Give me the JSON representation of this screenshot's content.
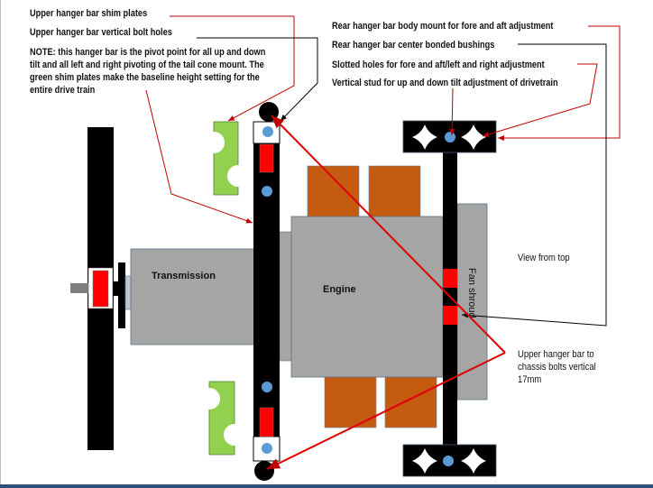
{
  "title": "View from top",
  "labels": {
    "shim_plates": "Upper hanger bar shim plates",
    "vertical_bolt_holes": "Upper hanger bar vertical bolt holes",
    "note": [
      "NOTE: this hanger bar is the pivot point for all up and down",
      "tilt and all left and right pivoting of the tail cone mount. The",
      "green shim plates make the baseline height setting for the",
      "entire drive train"
    ],
    "rear_body_mount": "Rear hanger bar body mount for fore and aft adjustment",
    "center_bushings": "Rear hanger bar center bonded bushings",
    "slotted_holes": "Slotted holes for fore and aft/left and right adjustment",
    "vertical_stud": "Vertical stud for up and down tilt adjustment of drivetrain",
    "chassis_bolts": [
      "Upper hanger bar to",
      "chassis bolts vertical",
      "17mm"
    ]
  },
  "components": {
    "transmission": "Transmission",
    "engine": "Engine",
    "fan_shroud": "Fan shroud"
  },
  "colors": {
    "bar": "#000000",
    "shim": "#92d050",
    "bushing": "#ff0000",
    "bolt": "#5b9bd5",
    "cylinder": "#c55a11",
    "body": "#a5a5a5",
    "leader_red": "#c00000"
  }
}
